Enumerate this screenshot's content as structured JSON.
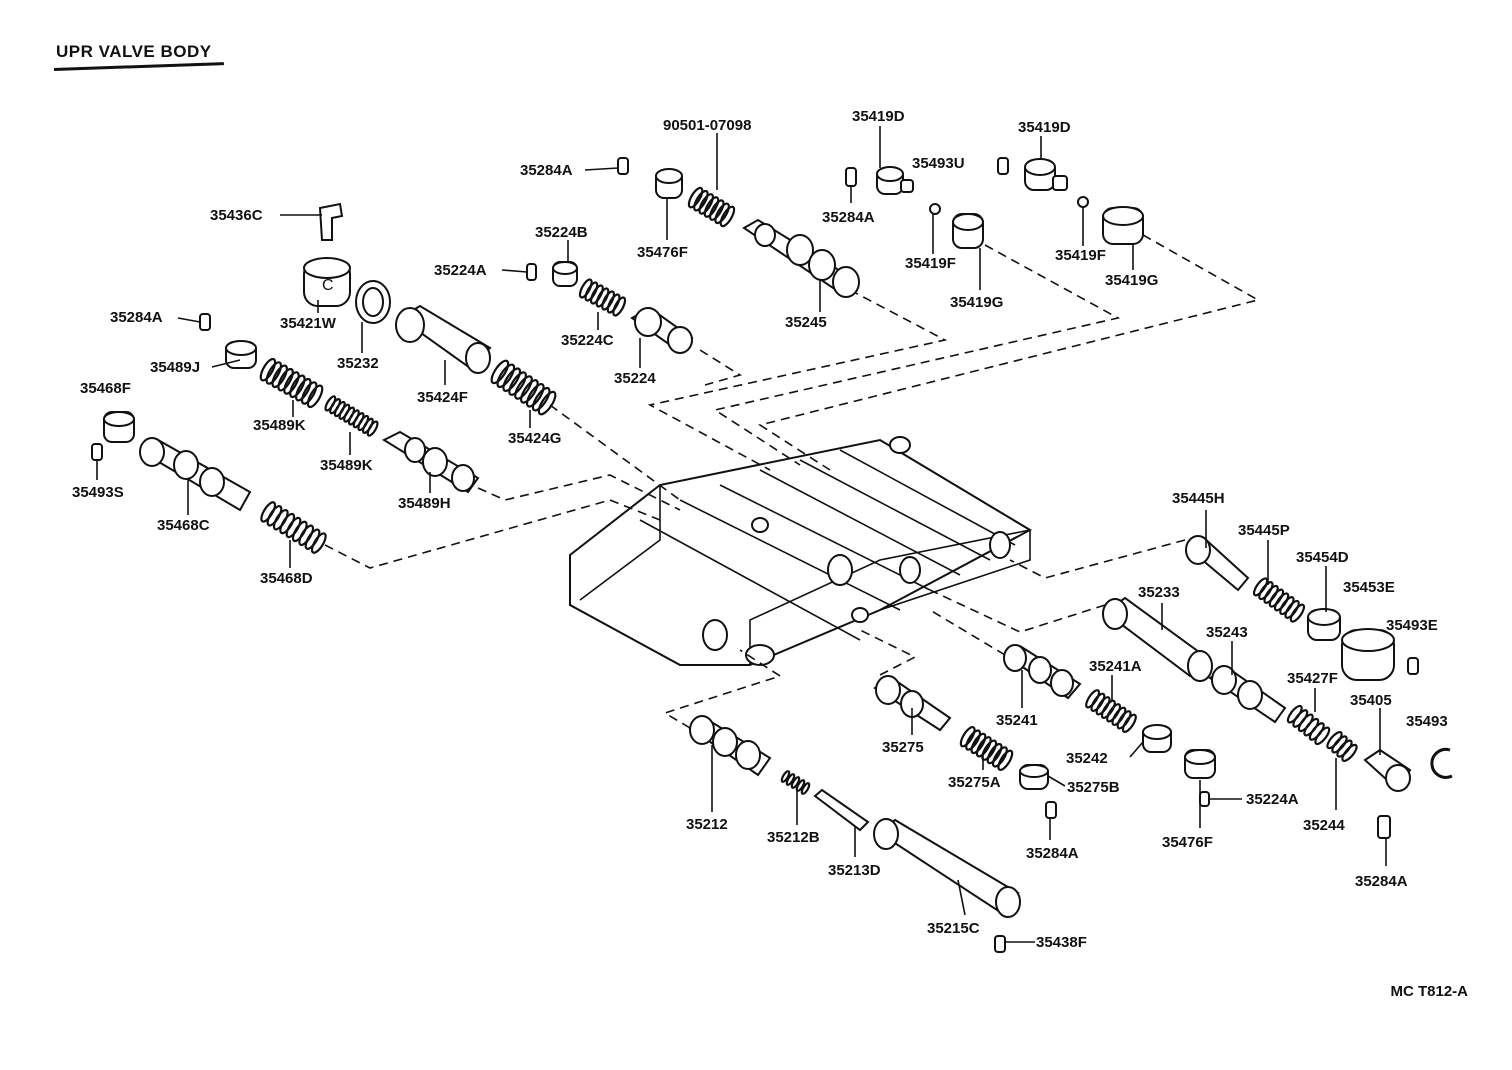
{
  "title": "UPR VALVE BODY",
  "figure_code": "MC  T812-A",
  "labels": {
    "p90501": "90501-07098",
    "p35284A_1": "35284A",
    "p35419D_1": "35419D",
    "p35493U": "35493U",
    "p35419D_2": "35419D",
    "p35436C": "35436C",
    "p35284A_2": "35284A",
    "p35476F_1": "35476F",
    "p35224B": "35224B",
    "p35224A_1": "35224A",
    "p35419F_1": "35419F",
    "p35419F_2": "35419F",
    "p35419G_1": "35419G",
    "p35419G_2": "35419G",
    "p35421W": "35421W",
    "p35245": "35245",
    "p35284A_3": "35284A",
    "p35232": "35232",
    "p35224C": "35224C",
    "p35489J": "35489J",
    "p35224": "35224",
    "p35468F": "35468F",
    "p35424F": "35424F",
    "p35489K_1": "35489K",
    "p35424G": "35424G",
    "p35489K_2": "35489K",
    "p35493S": "35493S",
    "p35489H": "35489H",
    "p35468C": "35468C",
    "p35468D": "35468D",
    "p35445H": "35445H",
    "p35445P": "35445P",
    "p35454D": "35454D",
    "p35233": "35233",
    "p35453E": "35453E",
    "p35493E": "35493E",
    "p35243": "35243",
    "p35241A": "35241A",
    "p35427F": "35427F",
    "p35405": "35405",
    "p35493": "35493",
    "p35241": "35241",
    "p35275": "35275",
    "p35242": "35242",
    "p35275A": "35275A",
    "p35275B": "35275B",
    "p35224A_2": "35224A",
    "p35244": "35244",
    "p35212": "35212",
    "p35212B": "35212B",
    "p35213D": "35213D",
    "p35284A_4": "35284A",
    "p35476F_2": "35476F",
    "p35284A_5": "35284A",
    "p35215C": "35215C",
    "p35438F": "35438F"
  }
}
